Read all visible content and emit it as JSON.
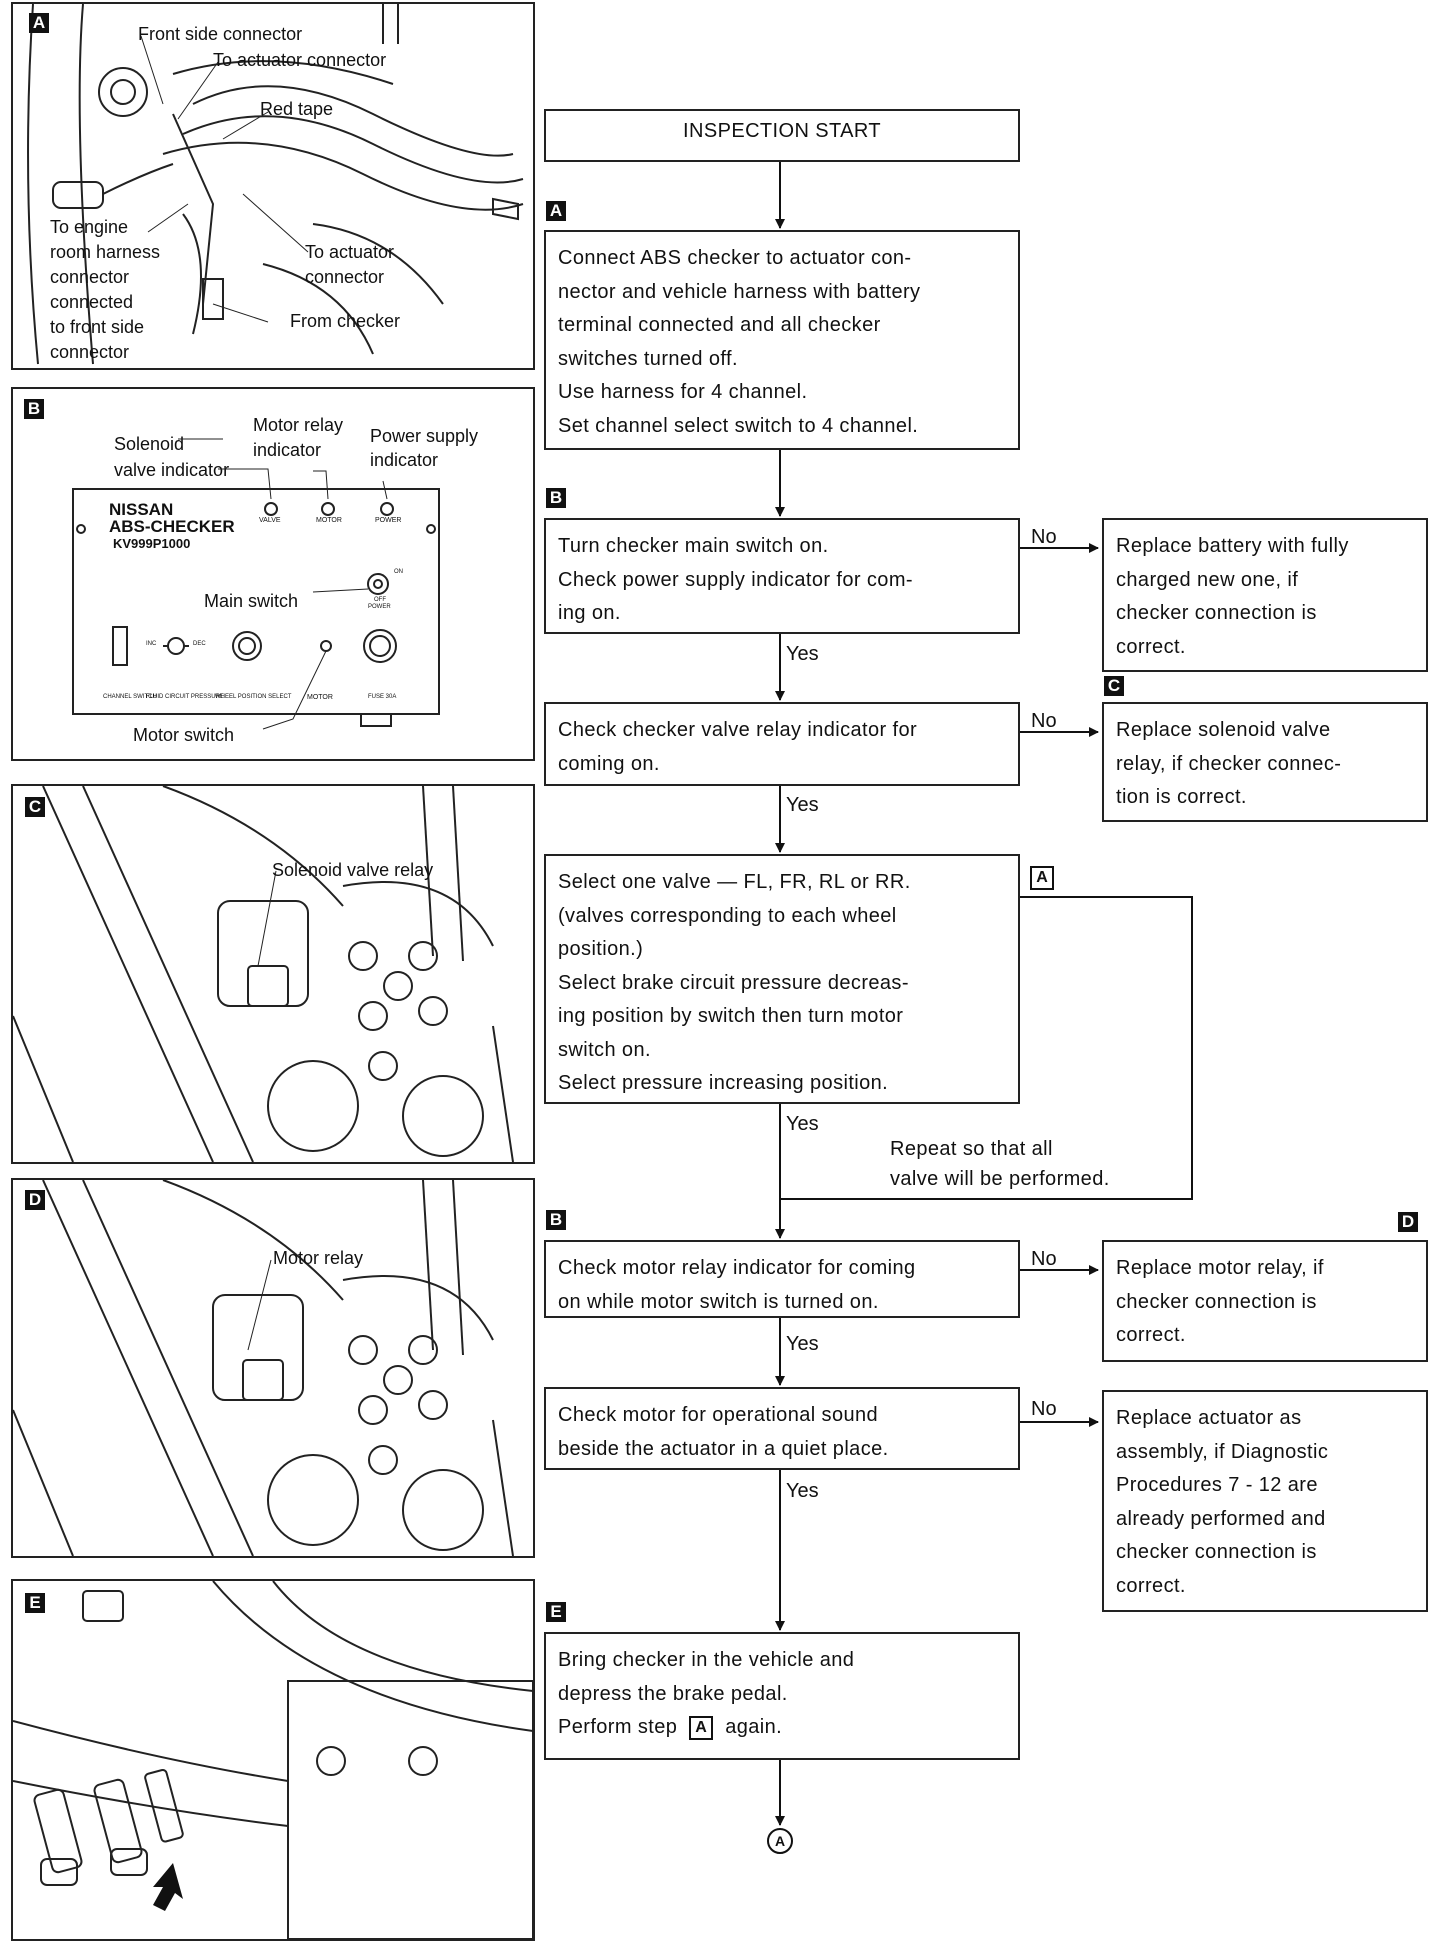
{
  "figA": {
    "badge": "A",
    "labels": {
      "front_side_connector": "Front side connector",
      "to_actuator_connector_1": "To actuator connector",
      "red_tape": "Red tape",
      "to_engine": "To engine",
      "room_harness": "room harness",
      "connector": "connector",
      "connected": "connected",
      "to_front_side": "to front side",
      "connector_2": "connector",
      "to_actuator": "To actuator",
      "connector_3": "connector",
      "from_checker": "From checker"
    }
  },
  "figB": {
    "badge": "B",
    "labels": {
      "solenoid": "Solenoid",
      "valve_indicator": "valve indicator",
      "motor_relay": "Motor relay",
      "indicator": "indicator",
      "power_supply": "Power supply",
      "indicator_2": "indicator",
      "brand": "NISSAN",
      "model": "ABS-CHECKER",
      "part_no": "KV999P1000",
      "main_switch": "Main switch",
      "motor_switch": "Motor switch",
      "valve": "VALVE",
      "motor": "MOTOR",
      "power": "POWER",
      "power_2": "POWER",
      "on": "ON",
      "off": "OFF",
      "channel_switch": "CHANNEL SWITCH",
      "fluid_circuit": "FLUID CIRCUIT PRESSURE",
      "wheel_position": "WHEEL POSITION SELECT",
      "motor_lbl": "MOTOR",
      "fuse": "FUSE 30A",
      "inc": "INC",
      "dec": "DEC"
    }
  },
  "figC": {
    "badge": "C",
    "label": "Solenoid valve relay"
  },
  "figD": {
    "badge": "D",
    "label": "Motor relay"
  },
  "figE": {
    "badge": "E"
  },
  "flow": {
    "start": "INSPECTION START",
    "step_a_badge": "A",
    "step_a": [
      "Connect ABS checker to actuator con-",
      "nector and vehicle harness with battery",
      "terminal connected and all checker",
      "switches turned off.",
      "Use harness for 4 channel.",
      "Set channel select switch to 4 channel."
    ],
    "step_b_badge": "B",
    "step_b": [
      "Turn checker main switch on.",
      "Check power supply indicator for com-",
      "ing on."
    ],
    "no_b": [
      "Replace battery with fully",
      "charged new one, if",
      "checker connection is",
      "correct."
    ],
    "step_c": [
      "Check checker valve relay indicator for",
      "coming on."
    ],
    "no_c_badge": "C",
    "no_c": [
      "Replace solenoid valve",
      "relay, if checker connec-",
      "tion is correct."
    ],
    "step_valve": [
      "Select one valve — FL, FR, RL or RR.",
      "(valves corresponding to each wheel",
      "position.)",
      "Select brake circuit pressure decreas-",
      "ing position by switch then turn motor",
      "switch on.",
      "Select pressure increasing position."
    ],
    "loop_badge": "A",
    "repeat": [
      "Repeat so that all",
      "valve will be performed."
    ],
    "step_motor_badge": "B",
    "step_motor": [
      "Check motor relay indicator for coming",
      "on while motor switch is turned on."
    ],
    "no_motor_badge": "D",
    "no_motor": [
      "Replace motor relay, if",
      "checker connection is",
      "correct."
    ],
    "step_sound": [
      "Check motor for operational sound",
      "beside the actuator in a quiet place."
    ],
    "no_sound": [
      "Replace actuator as",
      "assembly, if Diagnostic",
      "Procedures 7 - 12 are",
      "already performed and",
      "checker connection is",
      "correct."
    ],
    "step_e_badge": "E",
    "step_e_1": "Bring checker in the vehicle and",
    "step_e_2": "depress the brake pedal.",
    "step_e_3a": "Perform step",
    "step_e_3_badge": "A",
    "step_e_3b": "again.",
    "end_connector": "A",
    "yes": "Yes",
    "no": "No"
  }
}
